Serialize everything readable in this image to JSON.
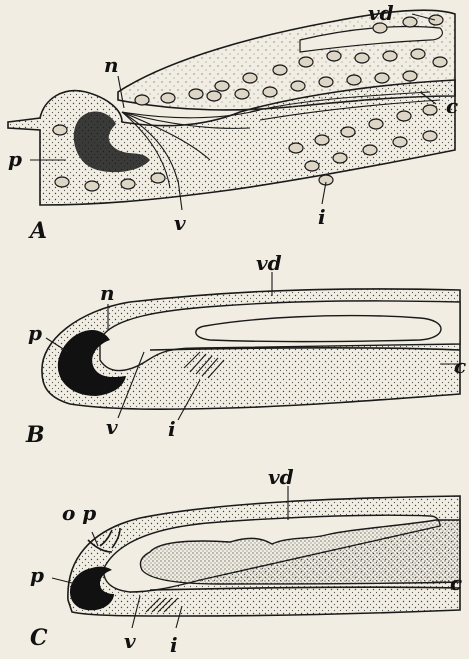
{
  "panels": [
    {
      "id": "A",
      "label": "A",
      "callouts": {
        "vd": "vd",
        "n": "n",
        "c": "c",
        "p": "p",
        "v": "v",
        "i": "i"
      }
    },
    {
      "id": "B",
      "label": "B",
      "callouts": {
        "vd": "vd",
        "n": "n",
        "p": "p",
        "c": "c",
        "v": "v",
        "i": "i"
      }
    },
    {
      "id": "C",
      "label": "C",
      "callouts": {
        "vd": "vd",
        "op": "o p",
        "p": "p",
        "c": "c",
        "v": "v",
        "i": "i"
      }
    }
  ],
  "colors": {
    "ink": "#1a1a1a",
    "paper": "#f1ede2",
    "stipple": "#555555"
  }
}
